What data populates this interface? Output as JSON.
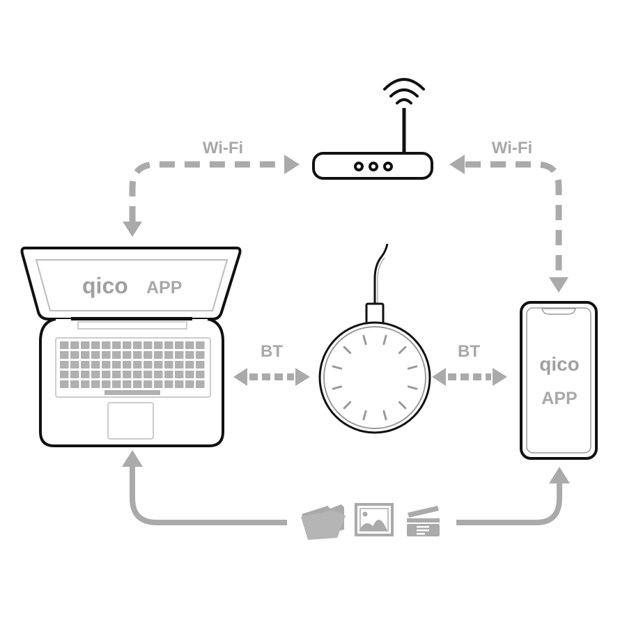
{
  "links": {
    "wifi_left": "Wi-Fi",
    "wifi_right": "Wi-Fi",
    "bt_left": "BT",
    "bt_right": "BT"
  },
  "laptop": {
    "logo": "qico",
    "app_label": "APP"
  },
  "phone": {
    "logo": "qico",
    "app_label": "APP"
  },
  "transfer_icons": [
    "folder-icon",
    "image-icon",
    "video-clapper-icon"
  ],
  "colors": {
    "line": "#aaaaaa",
    "outline": "#111111"
  }
}
